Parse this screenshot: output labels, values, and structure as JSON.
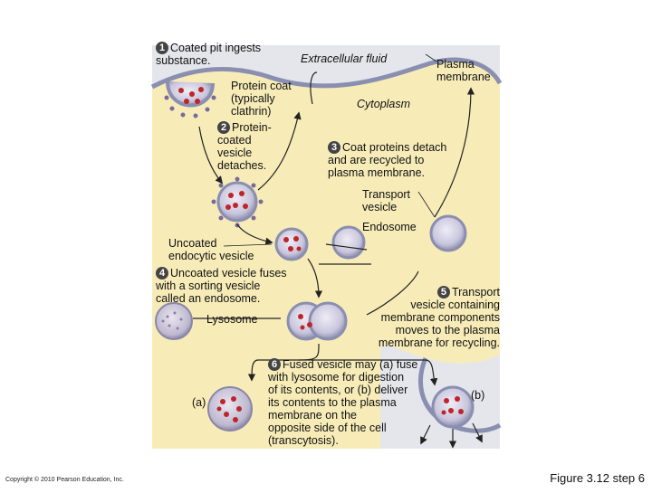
{
  "labels": {
    "step1_num": "1",
    "step1_text": "Coated pit ingests\nsubstance.",
    "extracellular": "Extracellular fluid",
    "plasma_membrane": "Plasma\nmembrane",
    "protein_coat": "Protein coat\n(typically\nclathrin)",
    "step2_num": "2",
    "step2_text": "Protein-\ncoated\nvesicle\ndetaches.",
    "cytoplasm": "Cytoplasm",
    "step3_num": "3",
    "step3_text": "Coat proteins detach\nand are recycled to\nplasma membrane.",
    "transport_vesicle": "Transport\nvesicle",
    "endosome": "Endosome",
    "uncoated": "Uncoated\nendocytic vesicle",
    "step4_num": "4",
    "step4_text": "Uncoated vesicle fuses\nwith a sorting vesicle\ncalled an endosome.",
    "step5_num": "5",
    "step5_text": "Transport\nvesicle containing\nmembrane components\nmoves to the plasma\nmembrane for recycling.",
    "lysosome": "Lysosome",
    "step6_num": "6",
    "step6_text": "Fused vesicle may (a) fuse\nwith lysosome for digestion\nof its contents, or (b) deliver\nits contents to the plasma\nmembrane on the\nopposite side of the cell\n(transcytosis).",
    "a": "(a)",
    "b": "(b)"
  },
  "footer": {
    "copyright": "Copyright © 2010 Pearson Education, Inc.",
    "figure": "Figure 3.12 step 6"
  },
  "colors": {
    "cytoplasm": "#f7ecb8",
    "extracellular": "#e4e6ec",
    "membrane": "#8a8fb0",
    "vesicle": "#c9c6dc",
    "particle": "#c0242a"
  }
}
